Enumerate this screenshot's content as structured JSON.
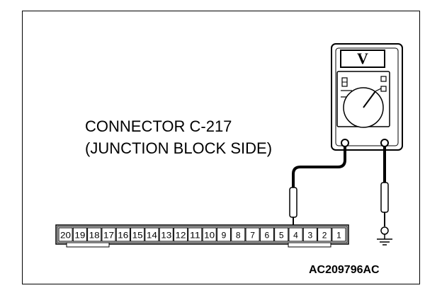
{
  "diagram": {
    "label_line1": "CONNECTOR C-217",
    "label_line2": "(JUNCTION BLOCK SIDE)",
    "figure_code": "AC209796AC",
    "meter_symbol": "V",
    "pins": [
      "20",
      "19",
      "18",
      "17",
      "16",
      "15",
      "14",
      "13",
      "12",
      "11",
      "10",
      "9",
      "8",
      "7",
      "6",
      "5",
      "4",
      "3",
      "2",
      "1"
    ],
    "probed_pin": "4",
    "icons": [
      "voltmeter-icon",
      "ground-symbol-icon",
      "probe-icon"
    ]
  }
}
